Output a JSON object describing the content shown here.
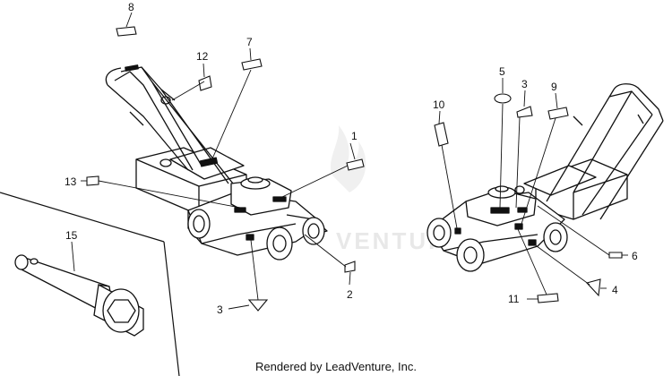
{
  "watermark": "VENTURE",
  "footer": "Rendered by LeadVenture, Inc.",
  "callouts": [
    "1",
    "2",
    "3",
    "4",
    "5",
    "6",
    "7",
    "8",
    "9",
    "10",
    "11",
    "12",
    "13",
    "15"
  ],
  "callout_3b": "3"
}
